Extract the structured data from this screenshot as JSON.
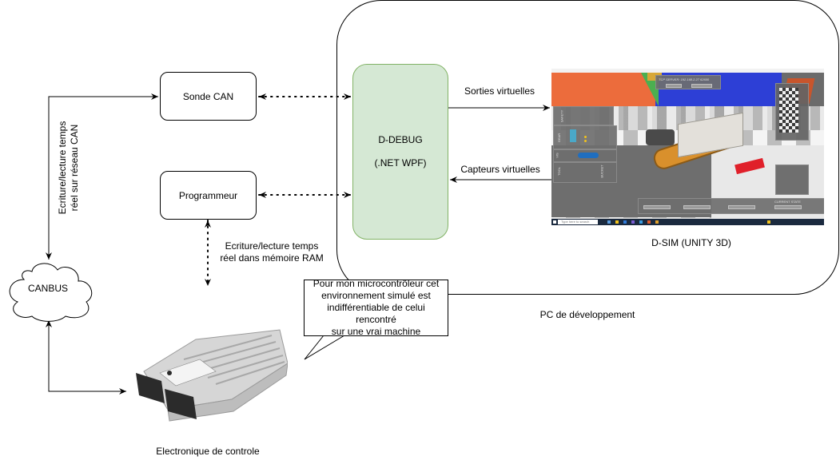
{
  "diagram": {
    "container": {
      "label": "PC de développement"
    },
    "nodes": {
      "sonde_can": {
        "label": "Sonde CAN"
      },
      "programmeur": {
        "label": "Programmeur"
      },
      "canbus": {
        "label": "CANBUS"
      },
      "d_debug": {
        "label_line1": "D-DEBUG",
        "label_line2": "(.NET WPF)",
        "fill": "#d5e8d4",
        "stroke": "#82b366"
      },
      "d_sim": {
        "label": "D-SIM (UNITY 3D)"
      },
      "ecu": {
        "label": "Electronique de controle"
      }
    },
    "edges": {
      "canbus_rw": {
        "line1": "Ecriture/lecture temps",
        "line2": "réel sur réseau CAN"
      },
      "ram_rw": {
        "line1": "Ecriture/lecture temps",
        "line2": "réel dans mémoire RAM"
      },
      "virtual_outputs": {
        "label": "Sorties virtuelles"
      },
      "virtual_sensors": {
        "label": "Capteurs virtuelles"
      }
    },
    "callout": {
      "line1": "Pour mon microcontrôleur cet",
      "line2": "environnement simulé est",
      "line3": "indifférentiable de celui rencontré",
      "line4": "sur une vrai machine"
    },
    "unity_screenshot": {
      "tcp_server": "TCP SERVER:   192.168.2.27  62600",
      "panels": [
        "SAFETY",
        "GEAR",
        "VIS",
        "TOOL",
        "BUCKET"
      ],
      "state_panel": "CURRENT STATE",
      "taskbar_search": "Type here to search"
    }
  }
}
